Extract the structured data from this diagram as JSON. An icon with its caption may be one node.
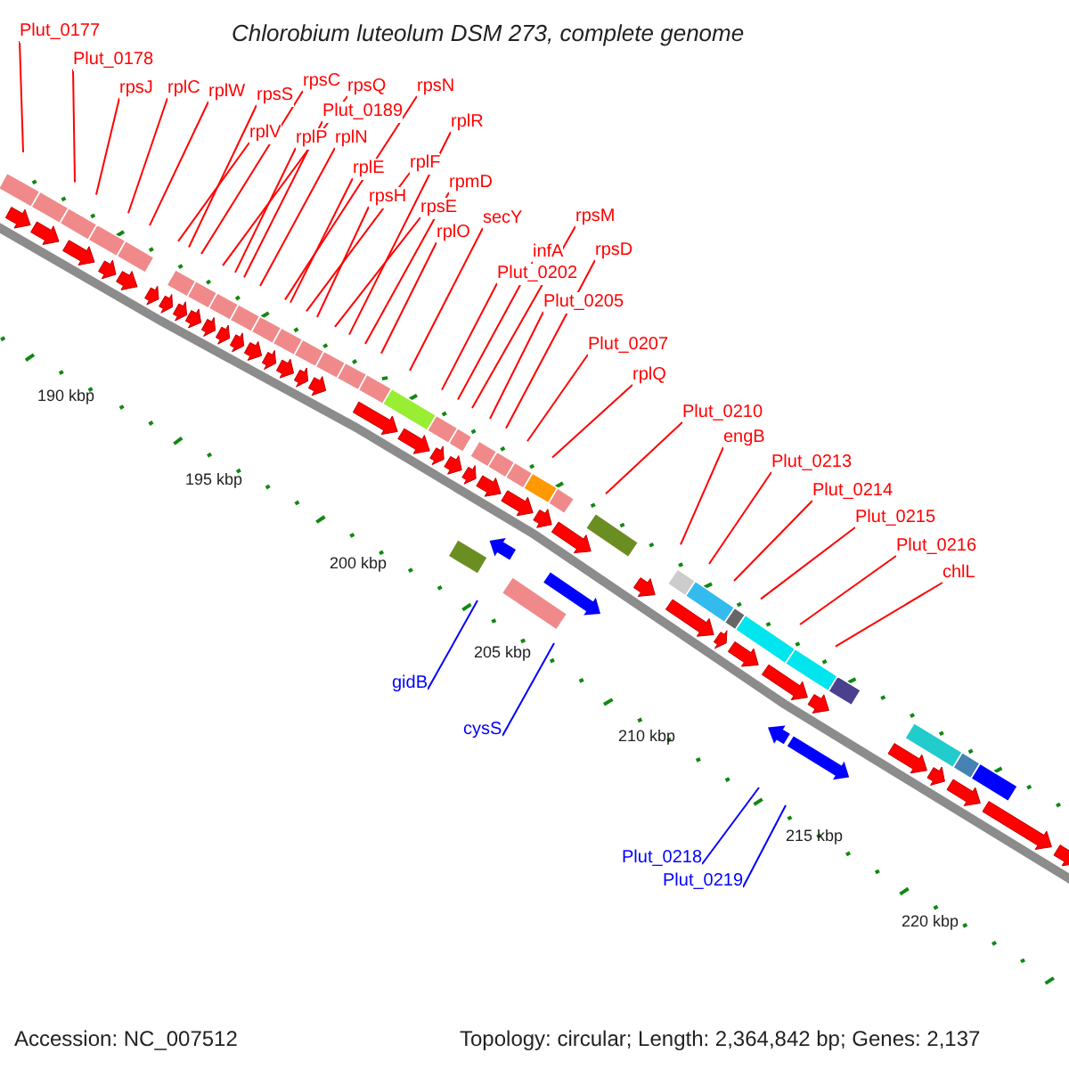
{
  "diagram": {
    "title": "Chlorobium luteolum DSM 273, complete genome",
    "nodes": [
      {
        "text": [
          "Plut_0177"
        ]
      },
      {
        "text": [
          "Plut_0178"
        ]
      },
      {
        "text": [
          "rpsJ"
        ]
      },
      {
        "text": [
          "rplC"
        ]
      },
      {
        "text": [
          "rplW"
        ]
      },
      {
        "text": [
          "rpsS"
        ]
      },
      {
        "text": [
          "rpsC"
        ]
      },
      {
        "text": [
          "rpsQ"
        ]
      },
      {
        "text": [
          "rpsN"
        ]
      },
      {
        "text": [
          "rplV"
        ]
      },
      {
        "text": [
          "Plut_0189"
        ]
      },
      {
        "text": [
          "rplP"
        ]
      },
      {
        "text": [
          "rplN"
        ]
      },
      {
        "text": [
          "rplR"
        ]
      },
      {
        "text": [
          "rplE"
        ]
      },
      {
        "text": [
          "rplF"
        ]
      },
      {
        "text": [
          "rpsH"
        ]
      },
      {
        "text": [
          "rpmD"
        ]
      },
      {
        "text": [
          "rpsE"
        ]
      },
      {
        "text": [
          "rplO"
        ]
      },
      {
        "text": [
          "secY"
        ]
      },
      {
        "text": [
          "rpsM"
        ]
      },
      {
        "text": [
          "infA"
        ]
      },
      {
        "text": [
          "rpsD"
        ]
      },
      {
        "text": [
          "Plut_0202"
        ]
      },
      {
        "text": [
          "Plut_0205"
        ]
      },
      {
        "text": [
          "Plut_0207"
        ]
      },
      {
        "text": [
          "rplQ"
        ]
      },
      {
        "text": [
          "Plut_0210"
        ]
      },
      {
        "text": [
          "engB"
        ]
      },
      {
        "text": [
          "Plut_0213"
        ]
      },
      {
        "text": [
          "Plut_0214"
        ]
      },
      {
        "text": [
          "Plut_0215"
        ]
      },
      {
        "text": [
          "Plut_0216"
        ]
      },
      {
        "text": [
          "chlL"
        ]
      },
      {
        "text": [
          "gidB"
        ]
      },
      {
        "text": [
          "cysS"
        ]
      },
      {
        "text": [
          "Plut_0218"
        ]
      },
      {
        "text": [
          "Plut_0219"
        ]
      }
    ],
    "edges": [
      {
        "from": 0,
        "to": null,
        "arrow": "none"
      },
      {
        "from": 1,
        "to": null,
        "arrow": "none"
      },
      {
        "from": 2,
        "to": null,
        "arrow": "none"
      },
      {
        "from": 3,
        "to": null,
        "arrow": "none"
      },
      {
        "from": 4,
        "to": null,
        "arrow": "none"
      },
      {
        "from": 5,
        "to": null,
        "arrow": "none"
      },
      {
        "from": 6,
        "to": null,
        "arrow": "none"
      },
      {
        "from": 7,
        "to": null,
        "arrow": "none"
      },
      {
        "from": 8,
        "to": null,
        "arrow": "none"
      },
      {
        "from": 9,
        "to": null,
        "arrow": "none"
      },
      {
        "from": 10,
        "to": null,
        "arrow": "none"
      },
      {
        "from": 11,
        "to": null,
        "arrow": "none"
      },
      {
        "from": 12,
        "to": null,
        "arrow": "none"
      },
      {
        "from": 13,
        "to": null,
        "arrow": "none"
      },
      {
        "from": 14,
        "to": null,
        "arrow": "none"
      },
      {
        "from": 15,
        "to": null,
        "arrow": "none"
      },
      {
        "from": 16,
        "to": null,
        "arrow": "none"
      },
      {
        "from": 17,
        "to": null,
        "arrow": "none"
      },
      {
        "from": 18,
        "to": null,
        "arrow": "none"
      },
      {
        "from": 19,
        "to": null,
        "arrow": "none"
      },
      {
        "from": 20,
        "to": null,
        "arrow": "none"
      },
      {
        "from": 21,
        "to": null,
        "arrow": "none"
      },
      {
        "from": 22,
        "to": null,
        "arrow": "none"
      },
      {
        "from": 23,
        "to": null,
        "arrow": "none"
      },
      {
        "from": 24,
        "to": null,
        "arrow": "none"
      },
      {
        "from": 25,
        "to": null,
        "arrow": "none"
      },
      {
        "from": 26,
        "to": null,
        "arrow": "none"
      },
      {
        "from": 27,
        "to": null,
        "arrow": "none"
      },
      {
        "from": 28,
        "to": null,
        "arrow": "none"
      },
      {
        "from": 29,
        "to": null,
        "arrow": "none"
      },
      {
        "from": 30,
        "to": null,
        "arrow": "none"
      },
      {
        "from": 31,
        "to": null,
        "arrow": "none"
      },
      {
        "from": 32,
        "to": null,
        "arrow": "none"
      },
      {
        "from": 33,
        "to": null,
        "arrow": "none"
      },
      {
        "from": 34,
        "to": null,
        "arrow": "none"
      },
      {
        "from": 35,
        "to": null,
        "arrow": "none",
        "color": "#0000ff"
      },
      {
        "from": 36,
        "to": null,
        "arrow": "none",
        "color": "#0000ff"
      },
      {
        "from": 37,
        "to": null,
        "arrow": "none",
        "color": "#0000ff"
      },
      {
        "from": 38,
        "to": null,
        "arrow": "none",
        "color": "#0000ff"
      }
    ],
    "labels": [
      "190 kbp",
      "195 kbp",
      "200 kbp",
      "205 kbp",
      "210 kbp",
      "215 kbp",
      "220 kbp",
      "Accession: NC_007512",
      "Topology: circular; Length: 2,364,842 bp; Genes: 2,137"
    ]
  }
}
